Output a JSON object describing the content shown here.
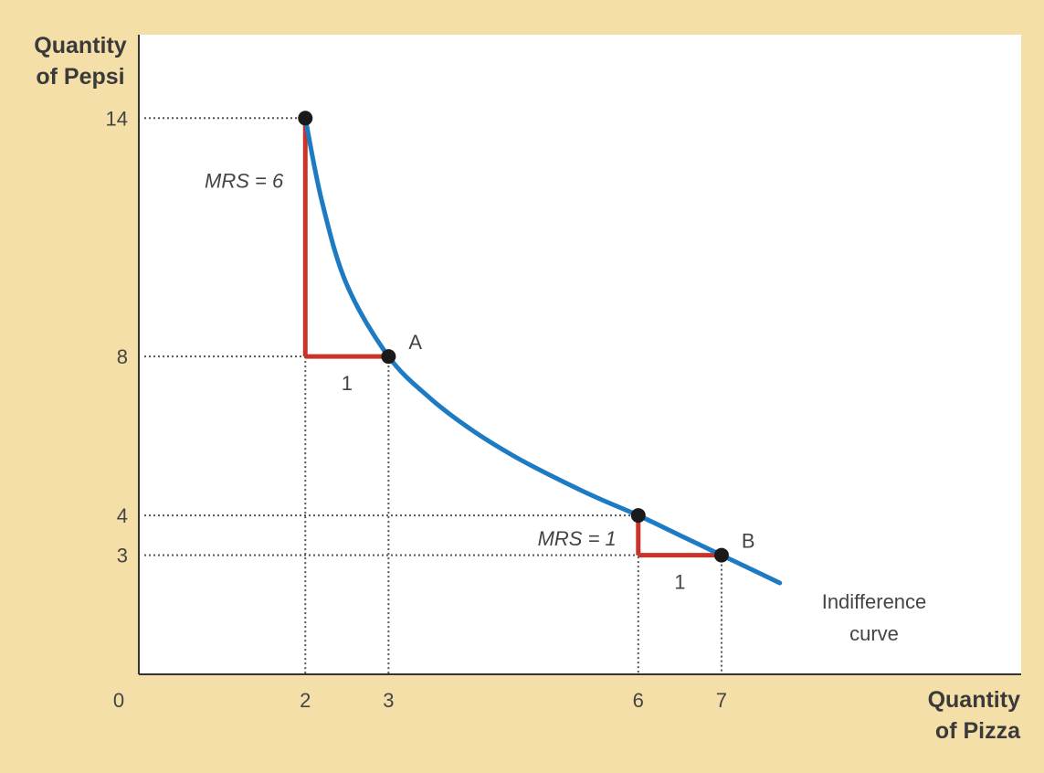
{
  "chart_data": {
    "type": "line",
    "ylabel": [
      "Quantity",
      "of Pepsi"
    ],
    "xlabel": [
      "Quantity",
      "of Pizza"
    ],
    "origin_label": "0",
    "xlim": [
      0,
      10.6
    ],
    "ylim": [
      0,
      16.1
    ],
    "x_ticks": [
      "2",
      "3",
      "6",
      "7"
    ],
    "y_ticks": [
      "14",
      "8",
      "4",
      "3"
    ],
    "series": [
      {
        "name": "Indifference curve",
        "x": [
          2,
          2.2,
          2.5,
          3,
          3.5,
          4,
          4.5,
          5,
          5.5,
          6,
          6.5,
          7,
          7.5,
          7.7
        ],
        "y": [
          14,
          11.9,
          9.8,
          8,
          6.95,
          6.15,
          5.5,
          4.95,
          4.45,
          4,
          3.5,
          3,
          2.5,
          2.3
        ]
      }
    ],
    "points": [
      {
        "x": 2,
        "y": 14,
        "label": ""
      },
      {
        "x": 3,
        "y": 8,
        "label": "A"
      },
      {
        "x": 6,
        "y": 4,
        "label": ""
      },
      {
        "x": 7,
        "y": 3,
        "label": "B"
      }
    ],
    "mrs_triangles": [
      {
        "from": [
          2,
          14
        ],
        "corner": [
          2,
          8
        ],
        "to": [
          3,
          8
        ],
        "rise_label": "MRS = 6",
        "run_label": "1"
      },
      {
        "from": [
          6,
          4
        ],
        "corner": [
          6,
          3
        ],
        "to": [
          7,
          3
        ],
        "rise_label": "MRS = 1",
        "run_label": "1"
      }
    ],
    "guides": [
      {
        "x": 2,
        "y": 14,
        "horizontal": true,
        "vertical": false
      },
      {
        "x": 3,
        "y": 8,
        "horizontal": true,
        "vertical": true
      },
      {
        "x": 2,
        "y": 8,
        "horizontal": false,
        "vertical": true
      },
      {
        "x": 6,
        "y": 4,
        "horizontal": true,
        "vertical": true
      },
      {
        "x": 7,
        "y": 3,
        "horizontal": true,
        "vertical": true
      }
    ],
    "curve_label": [
      "Indifference",
      "curve"
    ],
    "colors": {
      "curve": "#1d7bc4",
      "triangle": "#c9342a",
      "point": "#1a1a1a",
      "axis": "#333333",
      "background": "#f4dfa9",
      "plot": "#ffffff"
    }
  }
}
